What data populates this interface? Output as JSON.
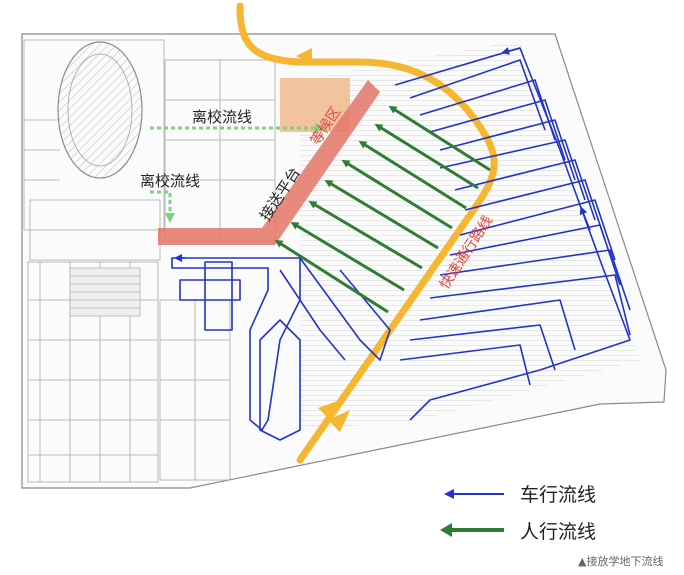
{
  "labels": {
    "exit_flow_1": "离校流线",
    "exit_flow_2": "离校流线",
    "platform": "接送平台",
    "waiting_area": "等候区",
    "fast_lane": "快速通行路线"
  },
  "legend": {
    "vehicle_flow": "车行流线",
    "pedestrian_flow": "人行流线"
  },
  "caption": "▲接放学地下流线",
  "colors": {
    "vehicle_flow": "#2233cc",
    "pedestrian_flow": "#2e7d32",
    "fast_lane": "#f5b731",
    "platform": "#e4796a",
    "waiting_area": "#f1b98c",
    "exit_flow": "#7fd07f",
    "building_lines": "#9a9a9a",
    "label_red": "#e0433c"
  }
}
